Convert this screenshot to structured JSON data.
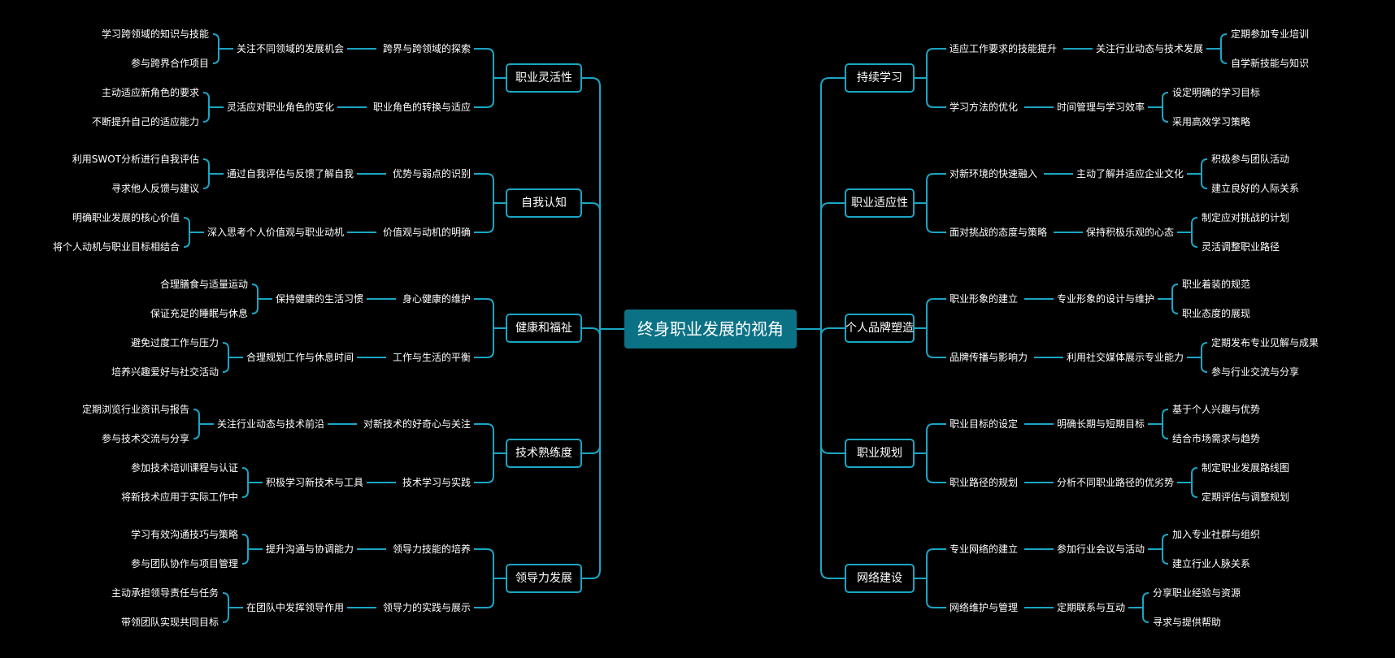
{
  "colors": {
    "background": "#000000",
    "line": "#1aa6c4",
    "center_fill": "#0b7286",
    "text": "#ffffff"
  },
  "center": "终身职业发展的视角",
  "left": [
    {
      "label": "职业灵活性",
      "subs": [
        {
          "label": "跨界与跨领域的探索",
          "detail": "关注不同领域的发展机会",
          "leaves": [
            "学习跨领域的知识与技能",
            "参与跨界合作项目"
          ]
        },
        {
          "label": "职业角色的转换与适应",
          "detail": "灵活应对职业角色的变化",
          "leaves": [
            "主动适应新角色的要求",
            "不断提升自己的适应能力"
          ]
        }
      ]
    },
    {
      "label": "自我认知",
      "subs": [
        {
          "label": "优势与弱点的识别",
          "detail": "通过自我评估与反馈了解自我",
          "leaves": [
            "利用SWOT分析进行自我评估",
            "寻求他人反馈与建议"
          ]
        },
        {
          "label": "价值观与动机的明确",
          "detail": "深入思考个人价值观与职业动机",
          "leaves": [
            "明确职业发展的核心价值",
            "将个人动机与职业目标相结合"
          ]
        }
      ]
    },
    {
      "label": "健康和福祉",
      "subs": [
        {
          "label": "身心健康的维护",
          "detail": "保持健康的生活习惯",
          "leaves": [
            "合理膳食与适量运动",
            "保证充足的睡眠与休息"
          ]
        },
        {
          "label": "工作与生活的平衡",
          "detail": "合理规划工作与休息时间",
          "leaves": [
            "避免过度工作与压力",
            "培养兴趣爱好与社交活动"
          ]
        }
      ]
    },
    {
      "label": "技术熟练度",
      "subs": [
        {
          "label": "对新技术的好奇心与关注",
          "detail": "关注行业动态与技术前沿",
          "leaves": [
            "定期浏览行业资讯与报告",
            "参与技术交流与分享"
          ]
        },
        {
          "label": "技术学习与实践",
          "detail": "积极学习新技术与工具",
          "leaves": [
            "参加技术培训课程与认证",
            "将新技术应用于实际工作中"
          ]
        }
      ]
    },
    {
      "label": "领导力发展",
      "subs": [
        {
          "label": "领导力技能的培养",
          "detail": "提升沟通与协调能力",
          "leaves": [
            "学习有效沟通技巧与策略",
            "参与团队协作与项目管理"
          ]
        },
        {
          "label": "领导力的实践与展示",
          "detail": "在团队中发挥领导作用",
          "leaves": [
            "主动承担领导责任与任务",
            "带领团队实现共同目标"
          ]
        }
      ]
    }
  ],
  "right": [
    {
      "label": "持续学习",
      "subs": [
        {
          "label": "适应工作要求的技能提升",
          "detail": "关注行业动态与技术发展",
          "leaves": [
            "定期参加专业培训",
            "自学新技能与知识"
          ]
        },
        {
          "label": "学习方法的优化",
          "detail": "时间管理与学习效率",
          "leaves": [
            "设定明确的学习目标",
            "采用高效学习策略"
          ]
        }
      ]
    },
    {
      "label": "职业适应性",
      "subs": [
        {
          "label": "对新环境的快速融入",
          "detail": "主动了解并适应企业文化",
          "leaves": [
            "积极参与团队活动",
            "建立良好的人际关系"
          ]
        },
        {
          "label": "面对挑战的态度与策略",
          "detail": "保持积极乐观的心态",
          "leaves": [
            "制定应对挑战的计划",
            "灵活调整职业路径"
          ]
        }
      ]
    },
    {
      "label": "个人品牌塑造",
      "subs": [
        {
          "label": "职业形象的建立",
          "detail": "专业形象的设计与维护",
          "leaves": [
            "职业着装的规范",
            "职业态度的展现"
          ]
        },
        {
          "label": "品牌传播与影响力",
          "detail": "利用社交媒体展示专业能力",
          "leaves": [
            "定期发布专业见解与成果",
            "参与行业交流与分享"
          ]
        }
      ]
    },
    {
      "label": "职业规划",
      "subs": [
        {
          "label": "职业目标的设定",
          "detail": "明确长期与短期目标",
          "leaves": [
            "基于个人兴趣与优势",
            "结合市场需求与趋势"
          ]
        },
        {
          "label": "职业路径的规划",
          "detail": "分析不同职业路径的优劣势",
          "leaves": [
            "制定职业发展路线图",
            "定期评估与调整规划"
          ]
        }
      ]
    },
    {
      "label": "网络建设",
      "subs": [
        {
          "label": "专业网络的建立",
          "detail": "参加行业会议与活动",
          "leaves": [
            "加入专业社群与组织",
            "建立行业人脉关系"
          ]
        },
        {
          "label": "网络维护与管理",
          "detail": "定期联系与互动",
          "leaves": [
            "分享职业经验与资源",
            "寻求与提供帮助"
          ]
        }
      ]
    }
  ]
}
